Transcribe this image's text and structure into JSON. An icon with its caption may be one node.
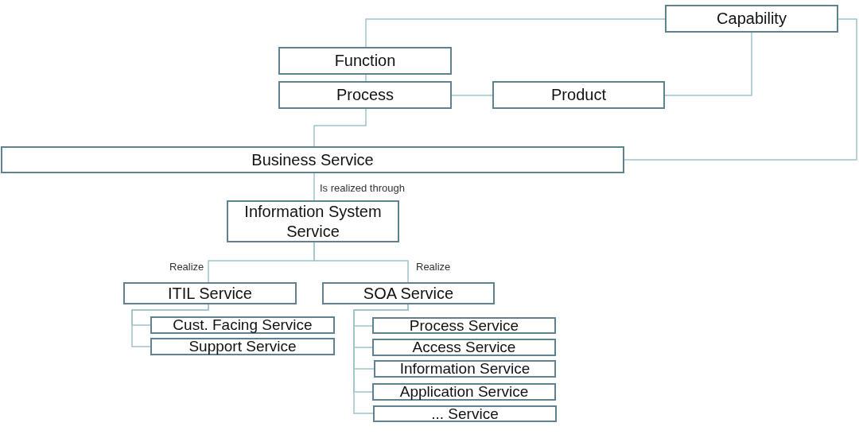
{
  "diagram": {
    "nodes": [
      {
        "text": [
          "Capability"
        ]
      },
      {
        "text": [
          "Function"
        ]
      },
      {
        "text": [
          "Process"
        ]
      },
      {
        "text": [
          "Product"
        ]
      },
      {
        "text": [
          "Business Service"
        ]
      },
      {
        "text": [
          "Information System Service"
        ]
      },
      {
        "text": [
          "ITIL Service"
        ]
      },
      {
        "text": [
          "SOA Service"
        ]
      },
      {
        "text": [
          "Cust. Facing Service"
        ]
      },
      {
        "text": [
          "Support Service"
        ]
      },
      {
        "text": [
          "Process Service"
        ]
      },
      {
        "text": [
          "Access Service"
        ]
      },
      {
        "text": [
          "Information Service"
        ]
      },
      {
        "text": [
          "Application Service"
        ]
      },
      {
        "text": [
          "... Service"
        ]
      }
    ],
    "edges": [
      {
        "from": 0,
        "to": 1,
        "arrow": "none"
      },
      {
        "from": 1,
        "to": 2,
        "arrow": "none"
      },
      {
        "from": 2,
        "to": 3,
        "arrow": "none"
      },
      {
        "from": 3,
        "to": 0,
        "arrow": "none"
      },
      {
        "from": 0,
        "to": 4,
        "arrow": "none"
      },
      {
        "from": 2,
        "to": 4,
        "arrow": "none"
      },
      {
        "from": 4,
        "to": 5,
        "arrow": "none",
        "label": "Is realized through"
      },
      {
        "from": 5,
        "to": 6,
        "arrow": "none",
        "label": "Realize"
      },
      {
        "from": 5,
        "to": 7,
        "arrow": "none",
        "label": "Realize"
      },
      {
        "from": 6,
        "to": 8,
        "arrow": "none"
      },
      {
        "from": 6,
        "to": 9,
        "arrow": "none"
      },
      {
        "from": 7,
        "to": 10,
        "arrow": "none"
      },
      {
        "from": 7,
        "to": 11,
        "arrow": "none"
      },
      {
        "from": 7,
        "to": 12,
        "arrow": "none"
      },
      {
        "from": 7,
        "to": 13,
        "arrow": "none"
      },
      {
        "from": 7,
        "to": 14,
        "arrow": "none"
      }
    ]
  }
}
